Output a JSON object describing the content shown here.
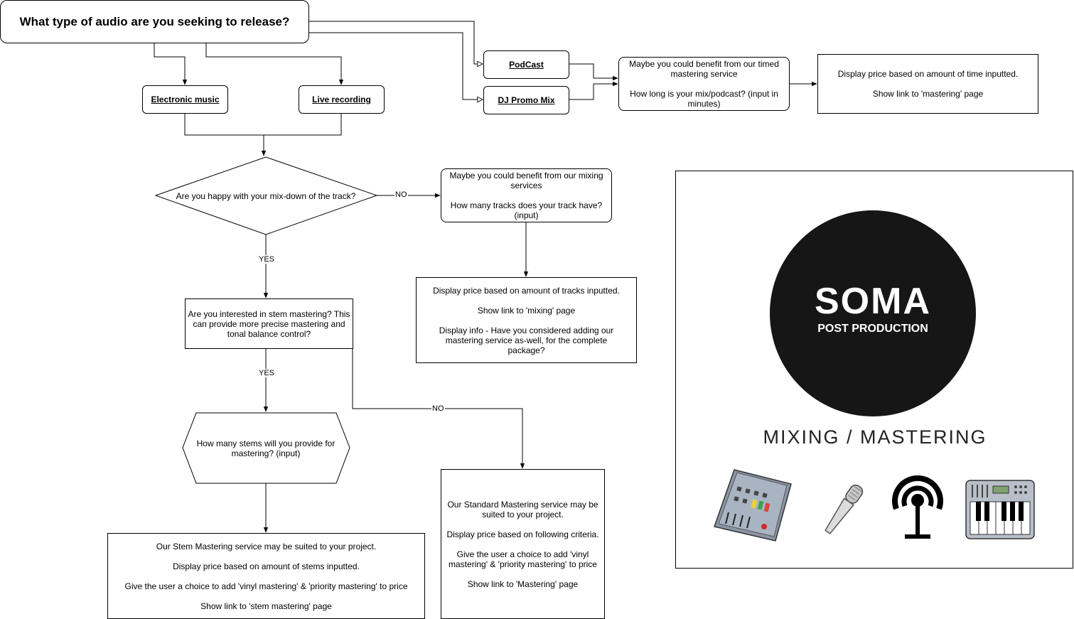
{
  "diagram": {
    "title": "What type of audio are you seeking to release?",
    "options": {
      "podcast": "PodCast",
      "dj_mix": "DJ Promo Mix",
      "electronic": "Electronic music",
      "live": "Live recording"
    },
    "timed_mastering": {
      "lines": [
        "Maybe you could benefit from our timed mastering service",
        "",
        "How long is your mix/podcast? (input in minutes)"
      ]
    },
    "timed_price": {
      "lines": [
        "Display price based on amount of time inputted.",
        "",
        "Show link to 'mastering' page"
      ]
    },
    "mixdown_question": "Are you happy with your mix-down of the track?",
    "mixing_offer": {
      "lines": [
        "Maybe you could benefit from our mixing services",
        "",
        "How many tracks does your track have? (input)"
      ]
    },
    "mixing_price": {
      "lines": [
        "Display price based on amount of tracks inputted.",
        "",
        "Show link to 'mixing' page",
        "",
        "Display info - Have you considered adding our mastering service as-well, for the complete package?"
      ]
    },
    "stem_question": "Are you interested in stem mastering? This can provide more precise mastering and tonal balance control?",
    "stems_input": "How many stems will you provide for mastering? (input)",
    "stem_result": {
      "lines": [
        "Our Stem Mastering service may be suited to your project.",
        "",
        "Display price based on amount of stems inputted.",
        "",
        "Give the user a choice to add 'vinyl mastering' & 'priority mastering' to price",
        "",
        "Show link to 'stem mastering' page"
      ]
    },
    "standard_result": {
      "lines": [
        "Our Standard Mastering service may be suited to your project.",
        "",
        "Display price based on following criteria.",
        "",
        "Give the user a choice to add 'vinyl mastering' & 'priority mastering' to price",
        "",
        "Show link to 'Mastering' page"
      ]
    },
    "edge_labels": {
      "no_mix": "NO",
      "yes_mix": "YES",
      "yes_stem": "YES",
      "no_stem": "NO"
    }
  },
  "logo": {
    "name": "SOMA",
    "subtitle": "POST PRODUCTION",
    "tagline": "MIXING / MASTERING",
    "icons": [
      "mixer-icon",
      "microphone-icon",
      "podcast-icon",
      "keyboard-icon"
    ]
  }
}
